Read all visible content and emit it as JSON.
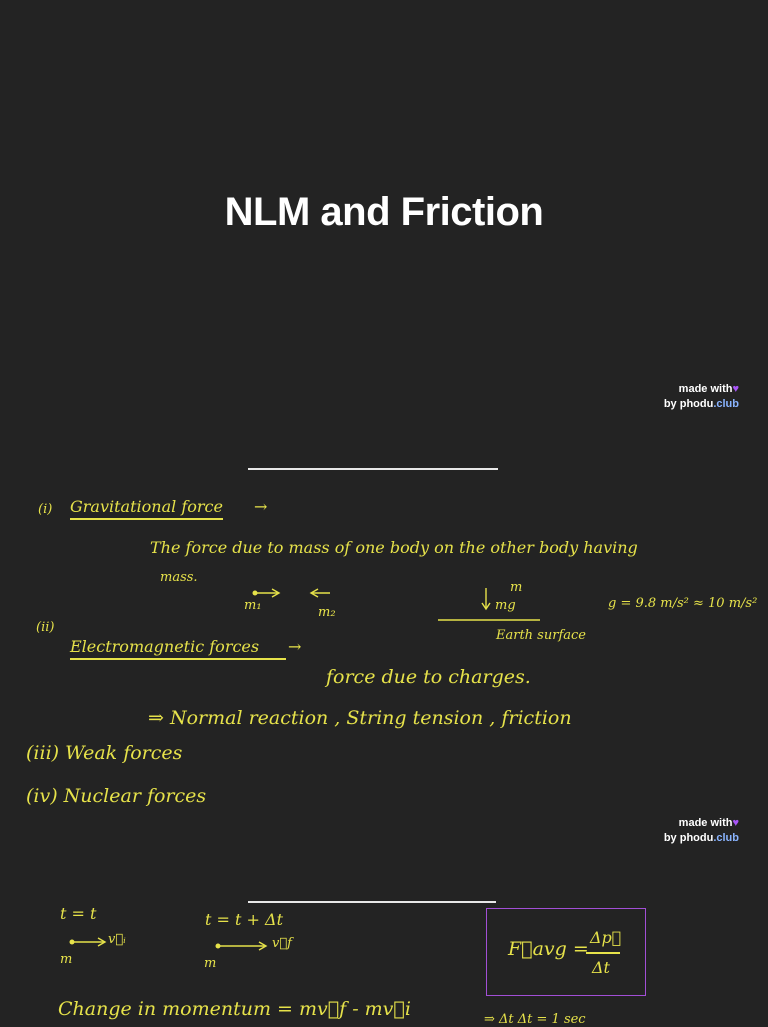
{
  "page": {
    "title": "NLM and Friction"
  },
  "watermark": {
    "made_with": "made with",
    "by": "by ",
    "brand_a": "phodu",
    "brand_b": ".club"
  },
  "section1": {
    "item1_num": "(i)",
    "item1_label": "Gravitational force",
    "arrow": "→",
    "item1_def": "The force due to mass of one body on the other body having",
    "item1_def_cont": "mass.",
    "m1": "m₁",
    "m2": "m₂",
    "m_label": "m",
    "mg_label": "mg",
    "earth_surface": "Earth surface",
    "g_value": "g = 9.8 m/s² ≈ 10 m/s²",
    "item2_num": "(ii)",
    "item2_label": "Electromagnetic forces",
    "item2_def": "force due to charges.",
    "item2_examples": "⇒ Normal reaction , String tension , friction",
    "item3": "(iii) Weak forces",
    "item4": "(iv) Nuclear forces"
  },
  "section2": {
    "t1": "t = t",
    "t2": "t = t + Δt",
    "vi": "v⃗ᵢ",
    "vf": "v⃗f",
    "m": "m",
    "formula_lhs": "F⃗avg =",
    "formula_num": "Δp⃗",
    "formula_den": "Δt",
    "momentum_change": "Change in momentum = mv⃗f - mv⃗i",
    "tail": "⇒ Δt   Δt = 1 sec"
  }
}
